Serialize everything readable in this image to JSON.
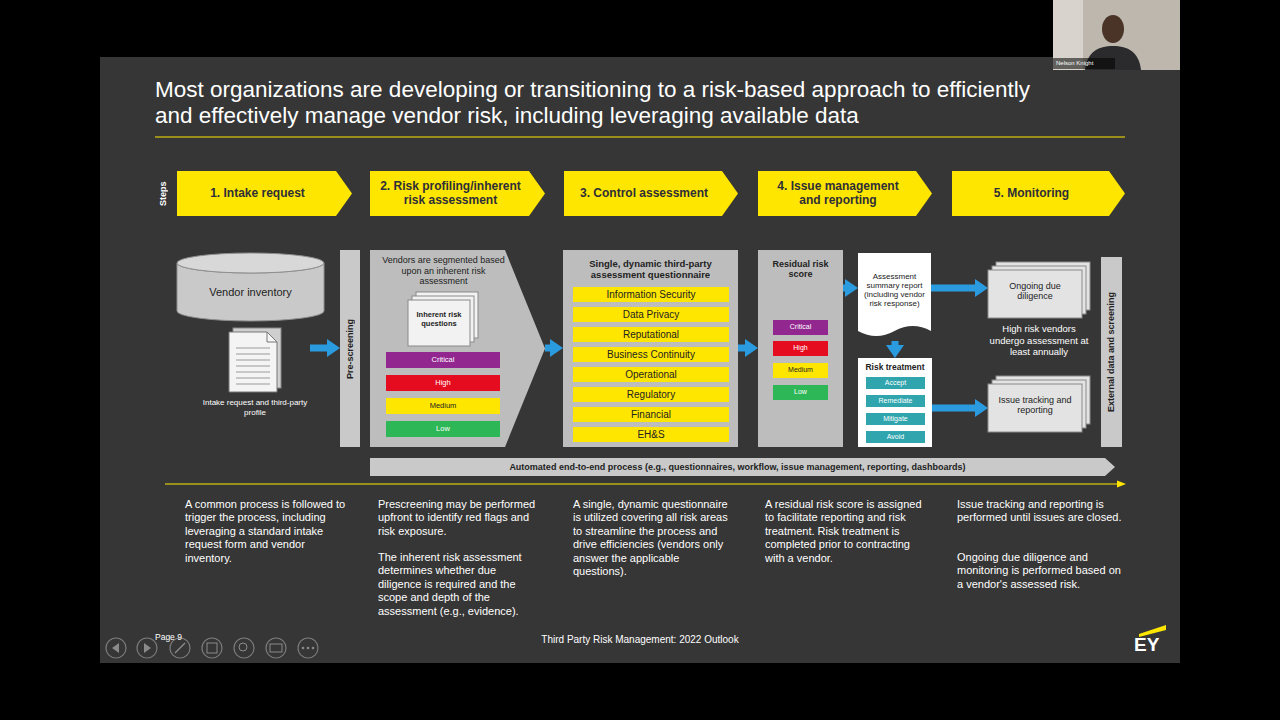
{
  "diagram": {
    "title": "Most organizations are developing or transitioning to a risk-based approach to efficiently and effectively manage vendor risk, including leveraging available data",
    "nodes": [
      {
        "text": [
          "1. Intake request"
        ]
      },
      {
        "text": [
          "2. Risk profiling/inherent risk assessment"
        ]
      },
      {
        "text": [
          "3. Control assessment"
        ]
      },
      {
        "text": [
          "4. Issue management and reporting"
        ]
      },
      {
        "text": [
          "5. Monitoring"
        ]
      },
      {
        "text": [
          "Vendor inventory"
        ]
      },
      {
        "text": [
          "Intake request and third-party profile"
        ]
      },
      {
        "text": [
          "Pre-screening"
        ]
      },
      {
        "text": [
          "Vendors are segmented based upon an inherent risk assessment"
        ]
      },
      {
        "text": [
          "Inherent risk questions"
        ],
        "in": 8
      },
      {
        "text": [
          "Critical"
        ],
        "in": 8
      },
      {
        "text": [
          "High"
        ],
        "in": 8
      },
      {
        "text": [
          "Medium"
        ],
        "in": 8
      },
      {
        "text": [
          "Low"
        ],
        "in": 8
      },
      {
        "text": [
          "Single, dynamic third-party assessment questionnaire"
        ]
      },
      {
        "text": [
          "Information Security"
        ],
        "in": 14
      },
      {
        "text": [
          "Data Privacy"
        ],
        "in": 14
      },
      {
        "text": [
          "Reputational"
        ],
        "in": 14
      },
      {
        "text": [
          "Business Continuity"
        ],
        "in": 14
      },
      {
        "text": [
          "Operational"
        ],
        "in": 14
      },
      {
        "text": [
          "Regulatory"
        ],
        "in": 14
      },
      {
        "text": [
          "Financial"
        ],
        "in": 14
      },
      {
        "text": [
          "EH&S"
        ],
        "in": 14
      },
      {
        "text": [
          "Residual risk score"
        ]
      },
      {
        "text": [
          "Critical"
        ],
        "in": 23
      },
      {
        "text": [
          "High"
        ],
        "in": 23
      },
      {
        "text": [
          "Medium"
        ],
        "in": 23
      },
      {
        "text": [
          "Low"
        ],
        "in": 23
      },
      {
        "text": [
          "Assessment summary report (including vendor risk response)"
        ]
      },
      {
        "text": [
          "Risk treatment"
        ]
      },
      {
        "text": [
          "Accept"
        ],
        "in": 29
      },
      {
        "text": [
          "Remediate"
        ],
        "in": 29
      },
      {
        "text": [
          "Mitigate"
        ],
        "in": 29
      },
      {
        "text": [
          "Avoid"
        ],
        "in": 29
      },
      {
        "text": [
          "Ongoing due diligence"
        ]
      },
      {
        "text": [
          "Issue tracking and reporting"
        ]
      },
      {
        "text": [
          "External data and screening"
        ]
      },
      {
        "text": [
          "Automated end-to-end process (e.g., questionnaires, workflow, issue management, reporting, dashboards)"
        ]
      }
    ],
    "edges": [
      {
        "from": 6,
        "to": 7,
        "arrow": "to"
      },
      {
        "from": 8,
        "to": 14,
        "arrow": "to"
      },
      {
        "from": 14,
        "to": 23,
        "arrow": "to"
      },
      {
        "from": 23,
        "to": 28,
        "arrow": "to"
      },
      {
        "from": 28,
        "to": 29,
        "arrow": "to"
      },
      {
        "from": 28,
        "to": 34,
        "arrow": "to"
      },
      {
        "from": 29,
        "to": 35,
        "arrow": "to"
      }
    ],
    "labels": [
      "Steps",
      "A common process is followed to trigger the process, including leveraging a standard intake request form and vendor inventory.",
      "Prescreening may be performed upfront to identify red flags and risk exposure.",
      "The inherent risk assessment determines whether due diligence is required and the scope and depth of the assessment (e.g., evidence).",
      "A single, dynamic questionnaire is utilized covering all risk areas to streamline the process and drive efficiencies (vendors only answer the applicable questions).",
      "A residual risk score is assigned to facilitate reporting and risk treatment. Risk treatment is completed prior to contracting with a vendor.",
      "Issue tracking and reporting is performed until issues are closed.",
      "Ongoing due diligence and monitoring is performed based on a vendor's assessed risk.",
      "High risk vendors undergo assessment at least annually",
      "Page 9",
      "Third Party Risk Management: 2022 Outlook",
      "EY",
      "Nelson Knight"
    ]
  }
}
